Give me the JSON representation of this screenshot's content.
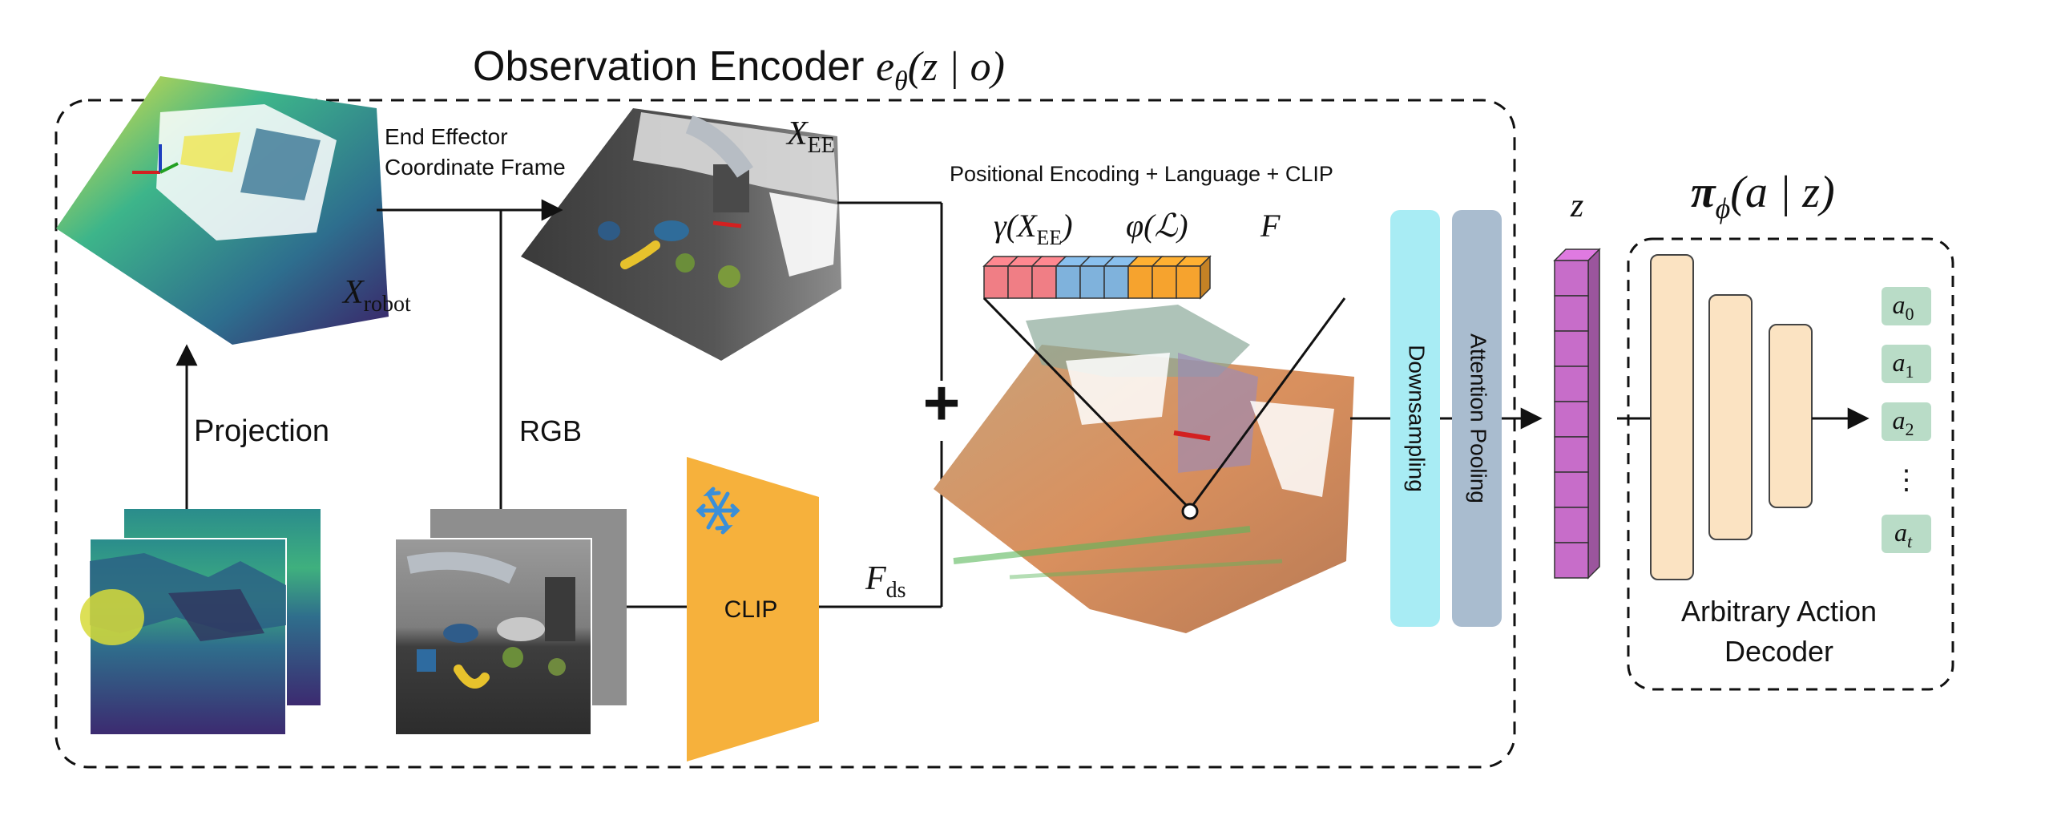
{
  "encoder": {
    "title_prefix": "Observation Encoder ",
    "title_fn": "e",
    "title_sub": "θ",
    "title_args": "(z | o)"
  },
  "labels": {
    "ee_frame_line1": "End Effector",
    "ee_frame_line2": "Coordinate Frame",
    "x_robot_main": "X",
    "x_robot_sub": "robot",
    "x_ee_main": "X",
    "x_ee_sub": "EE",
    "projection": "Projection",
    "rgb": "RGB",
    "clip": "CLIP",
    "f_ds_main": "F",
    "f_ds_sub": "ds",
    "plus": "+",
    "features_title": "Positional Encoding + Language + CLIP",
    "gamma_pre": "γ(X",
    "gamma_sub": "EE",
    "gamma_post": ")",
    "phi_text": "φ(ℒ)",
    "f_text": "F",
    "downsampling": "Downsampling",
    "attention_pooling": "Attention Pooling",
    "z": "z",
    "policy_pi": "π",
    "policy_sub": "ϕ",
    "policy_args": "(a | z)"
  },
  "decoder": {
    "line1": "Arbitrary Action",
    "line2": "Decoder",
    "actions": [
      {
        "main": "a",
        "sub": "0"
      },
      {
        "main": "a",
        "sub": "1"
      },
      {
        "main": "a",
        "sub": "2"
      },
      {
        "main": "⋮",
        "sub": ""
      },
      {
        "main": "a",
        "sub": "t"
      }
    ]
  },
  "colors": {
    "clip": "#F6B13C",
    "snowflake": "#3A8FD9",
    "pos_enc": "#F07E85",
    "language": "#7FB2DC",
    "clip_feat": "#F6A32E",
    "downsampling": "#A8ECF4",
    "attention": "#A9BCCF",
    "z_vec": "#C76DC9",
    "decoder_layer": "#FBE3C2",
    "action_box": "#B9DCC7"
  }
}
